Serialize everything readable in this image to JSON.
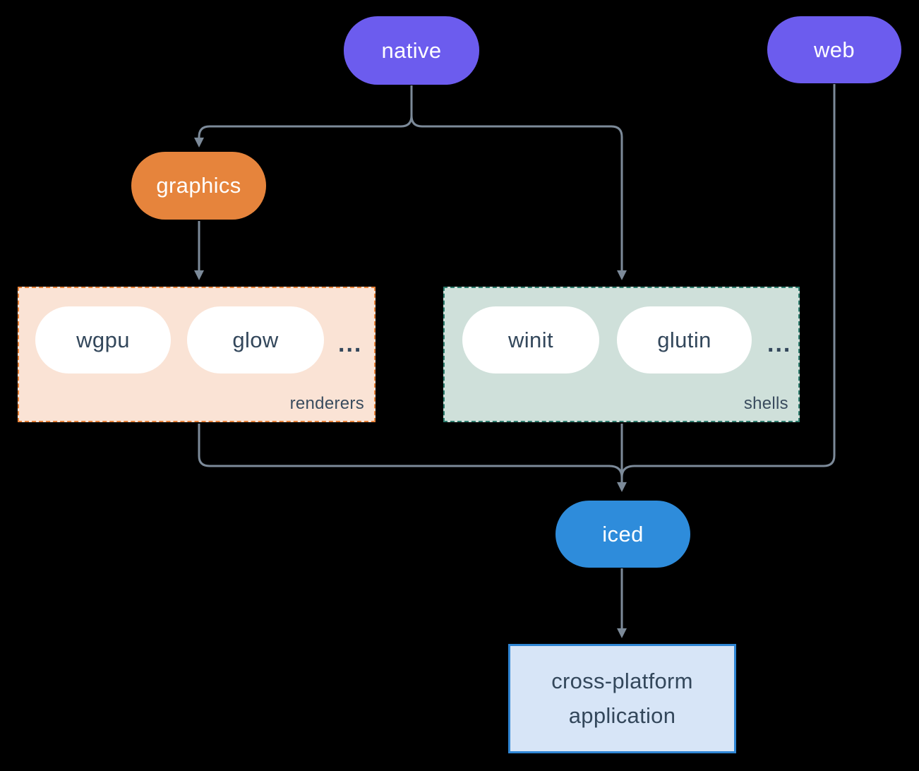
{
  "diagram": {
    "background_color": "#000000",
    "edge_color": "#7c8a99",
    "nodes": {
      "native": {
        "label": "native",
        "color": "#6c5cee",
        "text_color": "#ffffff"
      },
      "web": {
        "label": "web",
        "color": "#6c5cee",
        "text_color": "#ffffff"
      },
      "graphics": {
        "label": "graphics",
        "color": "#e6843c",
        "text_color": "#ffffff"
      },
      "iced": {
        "label": "iced",
        "color": "#2e8cdb",
        "text_color": "#ffffff"
      },
      "app": {
        "label": "cross-platform application",
        "fill_color": "#d7e5f7",
        "border_color": "#2f86d4",
        "text_color": "#33475b"
      }
    },
    "groups": {
      "renderers": {
        "label": "renderers",
        "fill_color": "#fae3d5",
        "border_color": "#e8833a",
        "items": [
          "wgpu",
          "glow"
        ],
        "ellipsis": "...",
        "item_text_color": "#33475b"
      },
      "shells": {
        "label": "shells",
        "fill_color": "#cfe0da",
        "border_color": "#2e7d6e",
        "items": [
          "winit",
          "glutin"
        ],
        "ellipsis": "...",
        "item_text_color": "#33475b"
      }
    },
    "edges": [
      {
        "from": "native",
        "to": "graphics"
      },
      {
        "from": "native",
        "to": "shells"
      },
      {
        "from": "web",
        "to": "iced"
      },
      {
        "from": "graphics",
        "to": "renderers"
      },
      {
        "from": "renderers",
        "to": "iced"
      },
      {
        "from": "shells",
        "to": "iced"
      },
      {
        "from": "iced",
        "to": "app"
      }
    ]
  }
}
